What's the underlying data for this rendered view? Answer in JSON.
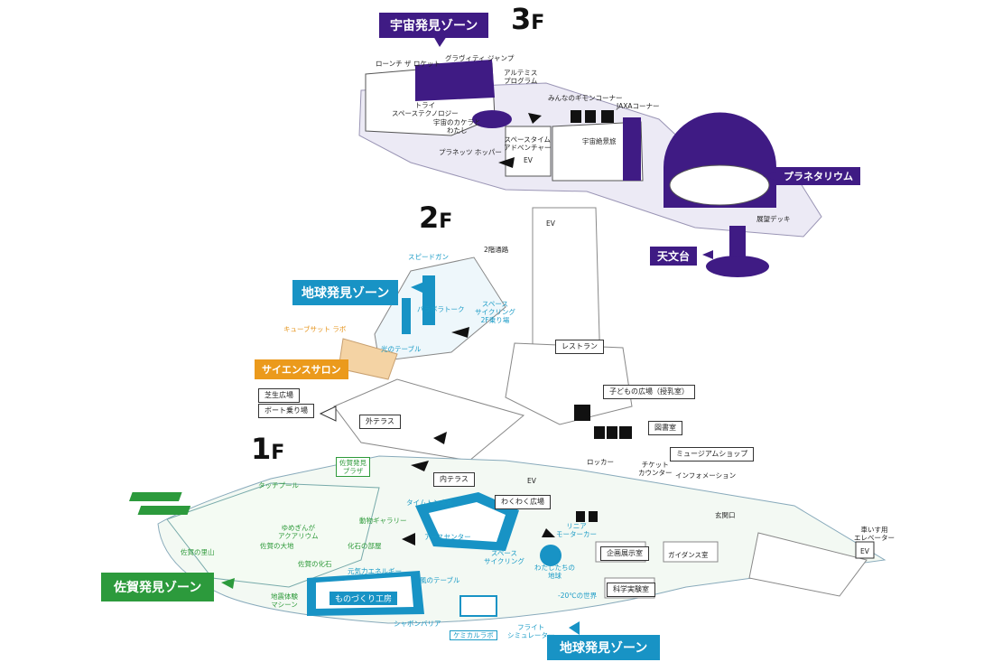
{
  "floors": {
    "f3_num": "3",
    "f3_suffix": "F",
    "f2_num": "2",
    "f2_suffix": "F",
    "f1_num": "1",
    "f1_suffix": "F"
  },
  "zones": {
    "space": "宇宙発見ゾーン",
    "earth_2f": "地球発見ゾーン",
    "science_salon": "サイエンスサロン",
    "saga": "佐賀発見ゾーン",
    "earth_1f": "地球発見ゾーン",
    "planetarium": "プラネタリウム",
    "observatory": "天文台"
  },
  "labels3f": {
    "launch_rocket": "ローンチ ザ ロケット",
    "gravity_jump": "グラヴィティ ジャンプ",
    "artemis_1": "アルテミス",
    "artemis_2": "プログラム",
    "try_1": "トライ",
    "try_2": "スペーステクノロジー",
    "question_corner": "みんなのギモンコーナー",
    "jaxa_corner": "JAXAコーナー",
    "camera_1": "宇宙のカケラと",
    "camera_2": "わたし",
    "spacetime_1": "スペースタイム",
    "spacetime_2": "アドベンチャー",
    "view_space": "宇宙絶景旅",
    "planets_hopper": "プラネッツ ホッパー",
    "ev": "EV",
    "observation_deck": "展望デッキ"
  },
  "labels2f": {
    "speed_gun": "スピードガン",
    "corridor_2f": "2階通路",
    "ev": "EV",
    "parabola_talk": "パラボラトーク",
    "cycling_1": "スペース",
    "cycling_2": "サイクリング",
    "cycling_3": "2F乗り場",
    "cubesat_lab": "キューブサット ラボ",
    "light_table": "光のテーブル",
    "restaurant": "レストラン",
    "kids_plaza": "子どもの広場（授乳室）",
    "outer_terrace": "外テラス",
    "lawn_plaza": "芝生広場",
    "boat_dock": "ボート乗り場"
  },
  "labels1f": {
    "saga_plaza_1": "佐賀発見",
    "saga_plaza_2": "プラザ",
    "inner_terrace": "内テラス",
    "touch_pool": "タッチプール",
    "time_tunnel": "タイムトンネル",
    "library": "図書室",
    "museum_shop": "ミュージアムショップ",
    "locker": "ロッカー",
    "ticket_1": "チケット",
    "ticket_2": "カウンター",
    "information": "インフォメーション",
    "ev": "EV",
    "waku_plaza": "わくわく広場",
    "aquarium_1": "ゆめぎんが",
    "aquarium_2": "アクアリウム",
    "plant_gallery": "動物ギャラリー",
    "earth_center": "アースセンター",
    "linear_1": "リニア",
    "linear_2": "モーターカー",
    "entrance": "玄関口",
    "wheelchair_ev_1": "車いす用",
    "wheelchair_ev_2": "エレベーター",
    "wheelchair_ev_3": "EV",
    "satoyama": "佐賀の里山",
    "saga_land": "佐賀の大地",
    "fossil_room": "化石の部屋",
    "saga_fossil": "佐賀の化石",
    "cycling_1": "スペース",
    "cycling_2": "サイクリング",
    "our_earth_1": "わたしたちの",
    "our_earth_2": "地球",
    "exhibition_room": "企画展示室",
    "guidance_room": "ガイダンス室",
    "elec_energy": "元気力エネルギー",
    "wind_table": "風のテーブル",
    "workshop": "ものづくり工房",
    "science_room": "科学実験室",
    "quake_1": "地震体験",
    "quake_2": "マシーン",
    "minus20": "-20℃の世界",
    "bubble_barrier": "シャボンバリア",
    "chemical_lab": "ケミカルラボ",
    "flight_1": "フライト",
    "flight_2": "シミュレーター"
  },
  "colors": {
    "space": "#3f1b84",
    "earth": "#1893c5",
    "saga": "#2c9a3c",
    "salon": "#eb9a1c",
    "floor_fill": "#e9e6f4"
  }
}
